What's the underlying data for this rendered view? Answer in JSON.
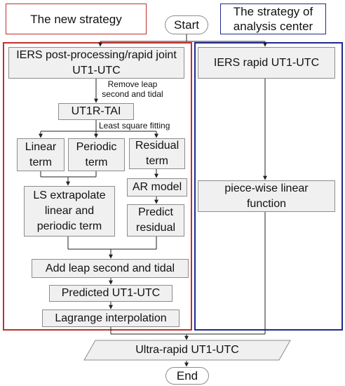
{
  "headers": {
    "new_strategy": "The new strategy",
    "analysis_center": "The strategy of analysis center"
  },
  "start": "Start",
  "end": "End",
  "new": {
    "input": "IERS post-processing/rapid joint UT1-UTC",
    "remove_note": "Remove leap second and tidal",
    "ut1r": "UT1R-TAI",
    "ls_note": "Least square fitting",
    "linear": "Linear term",
    "periodic": "Periodic term",
    "residual": "Residual term",
    "ls_extrapolate": "LS extrapolate linear and periodic term",
    "ar_model": "AR model",
    "predict_residual": "Predict residual",
    "add_leap": "Add leap second and tidal",
    "predicted": "Predicted UT1-UTC",
    "lagrange": "Lagrange interpolation"
  },
  "center": {
    "input": "IERS rapid UT1-UTC",
    "piecewise": "piece-wise linear function"
  },
  "output": "Ultra-rapid UT1-UTC",
  "colors": {
    "red": "#c0302f",
    "blue": "#1f2a8c",
    "box_fill": "#f0f0f0",
    "box_border": "#8c8c8c"
  }
}
